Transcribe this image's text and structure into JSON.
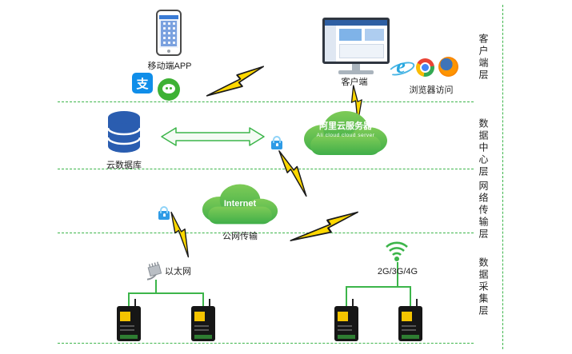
{
  "diagram": {
    "layer_labels": [
      "客户端层",
      "数据中心层",
      "网络传输层",
      "数据采集层"
    ],
    "mobile_app_label": "移动端APP",
    "alipay_glyph": "支",
    "client_label": "客户端",
    "browser_label": "浏览器访问",
    "ie_glyph": "e",
    "cloud_db_label": "云数据库",
    "ali_cloud_label_cn": "阿里云服务器",
    "ali_cloud_label_en": "Ali cloud cloud server",
    "internet_label": "Internet",
    "public_network_label": "公网传输",
    "ethernet_label": "以太网",
    "cellular_label": "2G/3G/4G",
    "colors": {
      "line_green": "#3cb54a",
      "cloud_green": "#4fb848",
      "bolt_yellow": "#ffd800",
      "database_blue": "#2a5db0",
      "lock_blue": "#2e9be6",
      "alipay_blue": "#108ee9",
      "wechat_green": "#3eb135"
    }
  }
}
